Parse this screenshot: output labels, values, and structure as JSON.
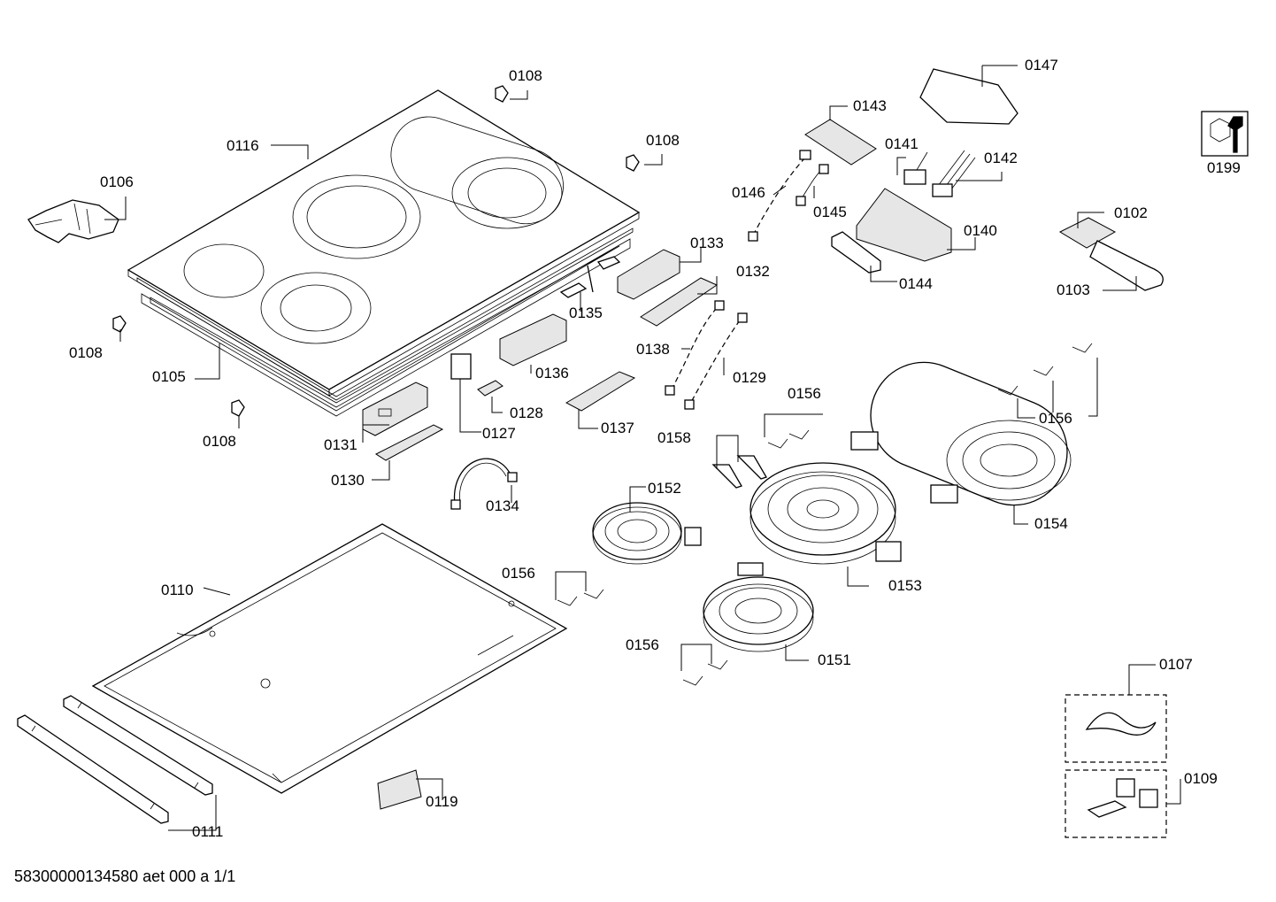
{
  "document_id": "58300000134580 aet 000 a 1/1",
  "icon_label": "0199",
  "icon": "wrench-nut-icon",
  "part_labels": {
    "p0108a": "0108",
    "p0108b": "0108",
    "p0108c": "0108",
    "p0108d": "0108",
    "p0116": "0116",
    "p0106": "0106",
    "p0105": "0105",
    "p0147": "0147",
    "p0143": "0143",
    "p0141": "0141",
    "p0142": "0142",
    "p0146": "0146",
    "p0145": "0145",
    "p0140": "0140",
    "p0144": "0144",
    "p0102": "0102",
    "p0103": "0103",
    "p0133": "0133",
    "p0132": "0132",
    "p0135": "0135",
    "p0136": "0136",
    "p0138": "0138",
    "p0129": "0129",
    "p0128": "0128",
    "p0127": "0127",
    "p0137": "0137",
    "p0131": "0131",
    "p0130": "0130",
    "p0134": "0134",
    "p0156a": "0156",
    "p0156b": "0156",
    "p0156c": "0156",
    "p0156d": "0156",
    "p0158": "0158",
    "p0152": "0152",
    "p0154": "0154",
    "p0153": "0153",
    "p0151": "0151",
    "p0110": "0110",
    "p0119": "0119",
    "p0111": "0111",
    "p0107": "0107",
    "p0109": "0109"
  }
}
